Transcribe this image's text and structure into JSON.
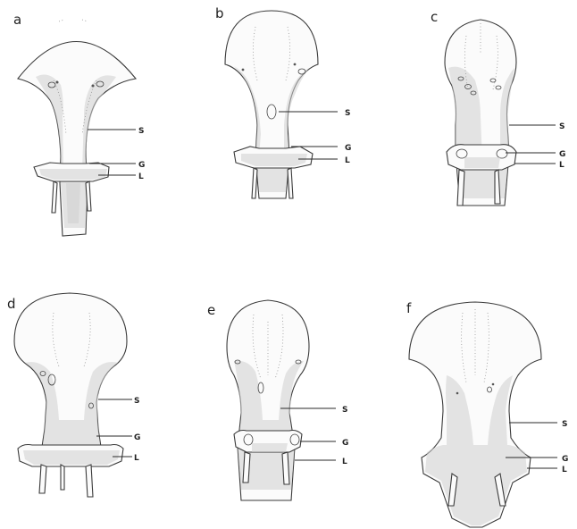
{
  "figure": {
    "panels": [
      {
        "letter": "a",
        "labels": [
          "S",
          "G",
          "L"
        ]
      },
      {
        "letter": "b",
        "labels": [
          "S",
          "G",
          "L"
        ]
      },
      {
        "letter": "c",
        "labels": [
          "S",
          "G",
          "L"
        ]
      },
      {
        "letter": "d",
        "labels": [
          "S",
          "G",
          "L"
        ]
      },
      {
        "letter": "e",
        "labels": [
          "S",
          "G",
          "L"
        ]
      },
      {
        "letter": "f",
        "labels": [
          "S",
          "G",
          "L"
        ]
      }
    ]
  }
}
